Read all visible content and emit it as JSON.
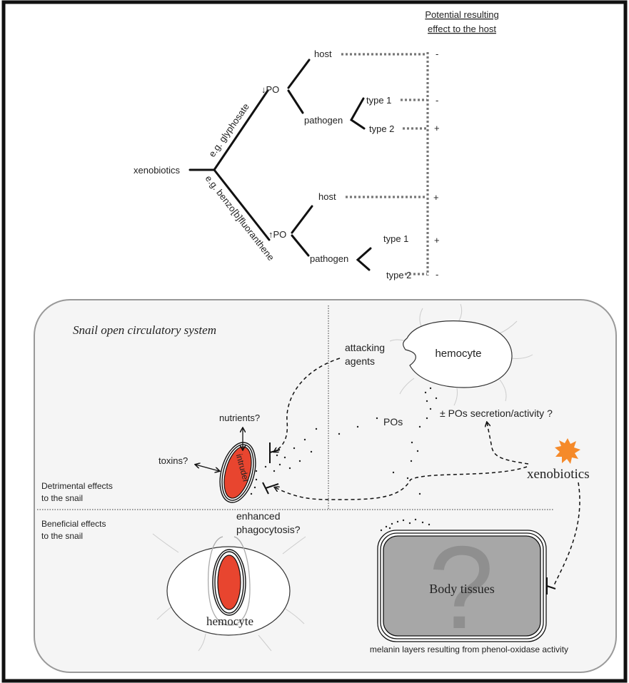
{
  "tree": {
    "header_line1": "Potential resulting",
    "header_line2": "effect to the host",
    "root": "xenobiotics",
    "upper_branch_label": "e.g. glyphosate",
    "lower_branch_label": "e.g. benzo[b]fluoranthene",
    "upper_node": "↓PO",
    "lower_node": "↑PO",
    "host": "host",
    "pathogen": "pathogen",
    "type1": "type 1",
    "type2": "type 2",
    "effects": [
      "-",
      "-",
      "+",
      "+",
      "+",
      "-"
    ]
  },
  "panel": {
    "title": "Snail open circulatory system",
    "hemocyte": "hemocyte",
    "attacking_agents_line1": "attacking",
    "attacking_agents_line2": "agents",
    "secretion": "± POs secretion/activity ?",
    "pos": "POs",
    "nutrients": "nutrients?",
    "toxins": "toxins?",
    "intruder": "intruder",
    "xenobiotics": "xenobiotics",
    "detrimental_line1": "Detrimental effects",
    "detrimental_line2": "to the snail",
    "beneficial_line1": "Beneficial effects",
    "beneficial_line2": "to the snail",
    "phagocytosis_line1": "enhanced",
    "phagocytosis_line2": "phagocytosis?",
    "hemocyte_bottom": "hemocyte",
    "body_tissues": "Body tissues",
    "question_mark": "?",
    "melanin": "melanin layers resulting from phenol-oxidase activity"
  },
  "colors": {
    "intruder": "#e8452f",
    "panel_fill": "#f5f5f5",
    "tissue_fill": "#a7a7a7",
    "burst": "#f58a2a"
  }
}
